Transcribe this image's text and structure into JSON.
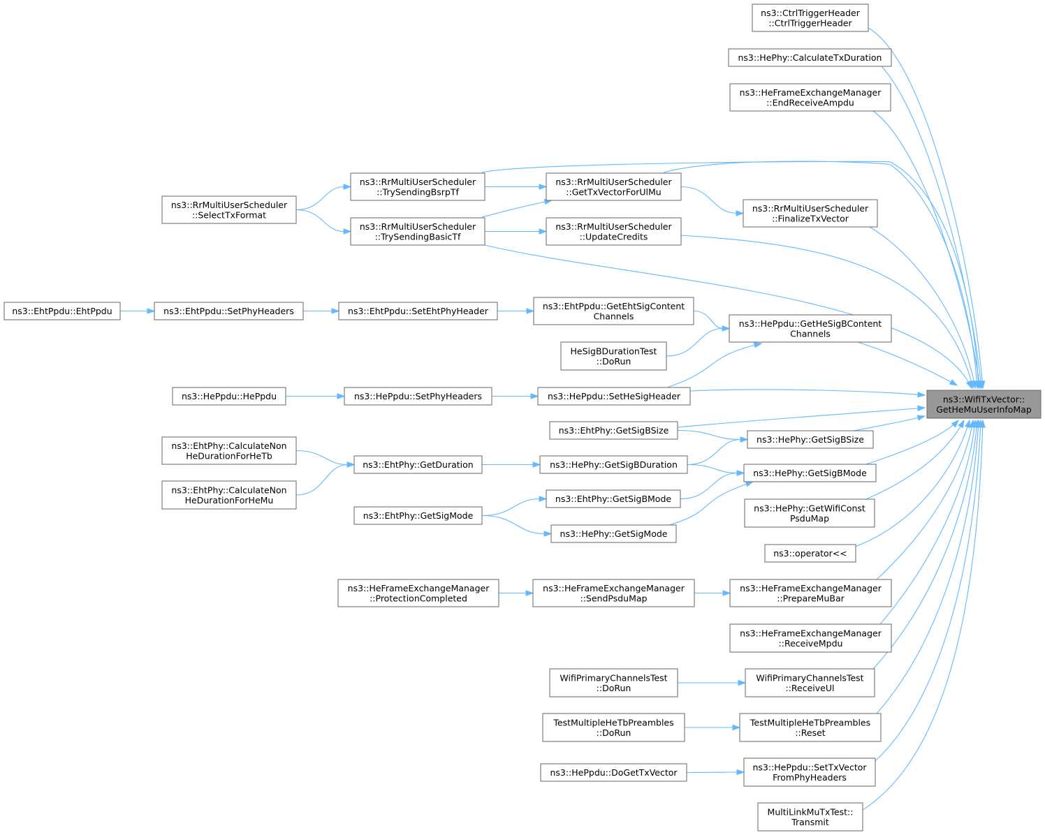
{
  "colors": {
    "edge": "#63b8ff",
    "node_border": "#666666",
    "target_fill": "#999999",
    "node_fill": "#ffffff"
  },
  "nodes": [
    {
      "id": "target",
      "lines": [
        "ns3::WifiTxVector::",
        "GetHeMuUserInfoMap"
      ],
      "target": true
    },
    {
      "id": "ctrl",
      "lines": [
        "ns3::CtrlTriggerHeader",
        "::CtrlTriggerHeader"
      ]
    },
    {
      "id": "calctx",
      "lines": [
        "ns3::HePhy::CalculateTxDuration"
      ]
    },
    {
      "id": "endrecv",
      "lines": [
        "ns3::HeFrameExchangeManager",
        "::EndReceiveAmpdu"
      ]
    },
    {
      "id": "bsrp",
      "lines": [
        "ns3::RrMultiUserScheduler",
        "::TrySendingBsrpTf"
      ]
    },
    {
      "id": "gettxul",
      "lines": [
        "ns3::RrMultiUserScheduler",
        "::GetTxVectorForUlMu"
      ]
    },
    {
      "id": "selecttx",
      "lines": [
        "ns3::RrMultiUserScheduler",
        "::SelectTxFormat"
      ]
    },
    {
      "id": "finalize",
      "lines": [
        "ns3::RrMultiUserScheduler",
        "::FinalizeTxVector"
      ]
    },
    {
      "id": "basictf",
      "lines": [
        "ns3::RrMultiUserScheduler",
        "::TrySendingBasicTf"
      ]
    },
    {
      "id": "updcred",
      "lines": [
        "ns3::RrMultiUserScheduler",
        "::UpdateCredits"
      ]
    },
    {
      "id": "ehtppdu",
      "lines": [
        "ns3::EhtPpdu::EhtPpdu"
      ]
    },
    {
      "id": "ehtsetphy",
      "lines": [
        "ns3::EhtPpdu::SetPhyHeaders"
      ]
    },
    {
      "id": "setehtphy",
      "lines": [
        "ns3::EhtPpdu::SetEhtPhyHeader"
      ]
    },
    {
      "id": "getehtsig",
      "lines": [
        "ns3::EhtPpdu::GetEhtSigContent",
        "Channels"
      ]
    },
    {
      "id": "gethesigb",
      "lines": [
        "ns3::HePpdu::GetHeSigBContent",
        "Channels"
      ]
    },
    {
      "id": "hesigbtest",
      "lines": [
        "HeSigBDurationTest",
        "::DoRun"
      ]
    },
    {
      "id": "heppdu",
      "lines": [
        "ns3::HePpdu::HePpdu"
      ]
    },
    {
      "id": "hesetphy",
      "lines": [
        "ns3::HePpdu::SetPhyHeaders"
      ]
    },
    {
      "id": "sethesig",
      "lines": [
        "ns3::HePpdu::SetHeSigHeader"
      ]
    },
    {
      "id": "ehtsigbsize",
      "lines": [
        "ns3::EhtPhy::GetSigBSize"
      ]
    },
    {
      "id": "hesigbsize",
      "lines": [
        "ns3::HePhy::GetSigBSize"
      ]
    },
    {
      "id": "calcnontb",
      "lines": [
        "ns3::EhtPhy::CalculateNon",
        "HeDurationForHeTb"
      ]
    },
    {
      "id": "ehtgetdur",
      "lines": [
        "ns3::EhtPhy::GetDuration"
      ]
    },
    {
      "id": "hesigbdur",
      "lines": [
        "ns3::HePhy::GetSigBDuration"
      ]
    },
    {
      "id": "hesigbmode",
      "lines": [
        "ns3::HePhy::GetSigBMode"
      ]
    },
    {
      "id": "calcnonmu",
      "lines": [
        "ns3::EhtPhy::CalculateNon",
        "HeDurationForHeMu"
      ]
    },
    {
      "id": "ehtsigbmode",
      "lines": [
        "ns3::EhtPhy::GetSigBMode"
      ]
    },
    {
      "id": "getwifi",
      "lines": [
        "ns3::HePhy::GetWifiConst",
        "PsduMap"
      ]
    },
    {
      "id": "ehtsigmode",
      "lines": [
        "ns3::EhtPhy::GetSigMode"
      ]
    },
    {
      "id": "hesigmode",
      "lines": [
        "ns3::HePhy::GetSigMode"
      ]
    },
    {
      "id": "oper",
      "lines": [
        "ns3::operator<<"
      ]
    },
    {
      "id": "protcomp",
      "lines": [
        "ns3::HeFrameExchangeManager",
        "::ProtectionCompleted"
      ]
    },
    {
      "id": "sendpsdu",
      "lines": [
        "ns3::HeFrameExchangeManager",
        "::SendPsduMap"
      ]
    },
    {
      "id": "preparemu",
      "lines": [
        "ns3::HeFrameExchangeManager",
        "::PrepareMuBar"
      ]
    },
    {
      "id": "recvmpdu",
      "lines": [
        "ns3::HeFrameExchangeManager",
        "::ReceiveMpdu"
      ]
    },
    {
      "id": "wpctdorun",
      "lines": [
        "WifiPrimaryChannelsTest",
        "::DoRun"
      ]
    },
    {
      "id": "wpctrecv",
      "lines": [
        "WifiPrimaryChannelsTest",
        "::ReceiveUl"
      ]
    },
    {
      "id": "tmhdorun",
      "lines": [
        "TestMultipleHeTbPreambles",
        "::DoRun"
      ]
    },
    {
      "id": "tmhreset",
      "lines": [
        "TestMultipleHeTbPreambles",
        "::Reset"
      ]
    },
    {
      "id": "dogettx",
      "lines": [
        "ns3::HePpdu::DoGetTxVector"
      ]
    },
    {
      "id": "settxvec",
      "lines": [
        "ns3::HePpdu::SetTxVector",
        "FromPhyHeaders"
      ]
    },
    {
      "id": "mlmtx",
      "lines": [
        "MultiLinkMuTxTest::",
        "Transmit"
      ]
    }
  ],
  "edges": [
    [
      "ctrl",
      "target"
    ],
    [
      "calctx",
      "target"
    ],
    [
      "endrecv",
      "target"
    ],
    [
      "bsrp",
      "target"
    ],
    [
      "gettxul",
      "target"
    ],
    [
      "finalize",
      "target"
    ],
    [
      "updcred",
      "target"
    ],
    [
      "basictf",
      "target"
    ],
    [
      "gethesigb",
      "target"
    ],
    [
      "sethesig",
      "target"
    ],
    [
      "ehtsigbsize",
      "target"
    ],
    [
      "hesigbsize",
      "target"
    ],
    [
      "hesigbmode",
      "target"
    ],
    [
      "getwifi",
      "target"
    ],
    [
      "oper",
      "target"
    ],
    [
      "preparemu",
      "target"
    ],
    [
      "recvmpdu",
      "target"
    ],
    [
      "wpctrecv",
      "target"
    ],
    [
      "tmhreset",
      "target"
    ],
    [
      "settxvec",
      "target"
    ],
    [
      "mlmtx",
      "target"
    ],
    [
      "selecttx",
      "bsrp"
    ],
    [
      "selecttx",
      "basictf"
    ],
    [
      "bsrp",
      "gettxul"
    ],
    [
      "basictf",
      "gettxul"
    ],
    [
      "basictf",
      "updcred"
    ],
    [
      "gettxul",
      "finalize"
    ],
    [
      "ehtppdu",
      "ehtsetphy"
    ],
    [
      "ehtsetphy",
      "setehtphy"
    ],
    [
      "setehtphy",
      "getehtsig"
    ],
    [
      "getehtsig",
      "gethesigb"
    ],
    [
      "hesigbtest",
      "gethesigb"
    ],
    [
      "sethesig",
      "gethesigb"
    ],
    [
      "heppdu",
      "hesetphy"
    ],
    [
      "hesetphy",
      "sethesig"
    ],
    [
      "ehtsigbsize",
      "hesigbsize"
    ],
    [
      "hesigbdur",
      "hesigbsize"
    ],
    [
      "calcnontb",
      "ehtgetdur"
    ],
    [
      "calcnonmu",
      "ehtgetdur"
    ],
    [
      "ehtgetdur",
      "hesigbdur"
    ],
    [
      "hesigbdur",
      "hesigbmode"
    ],
    [
      "ehtsigbmode",
      "hesigbmode"
    ],
    [
      "hesigmode",
      "hesigbmode"
    ],
    [
      "ehtsigmode",
      "ehtsigbmode"
    ],
    [
      "ehtsigmode",
      "hesigmode"
    ],
    [
      "protcomp",
      "sendpsdu"
    ],
    [
      "sendpsdu",
      "preparemu"
    ],
    [
      "wpctdorun",
      "wpctrecv"
    ],
    [
      "tmhdorun",
      "tmhreset"
    ],
    [
      "dogettx",
      "settxvec"
    ]
  ]
}
